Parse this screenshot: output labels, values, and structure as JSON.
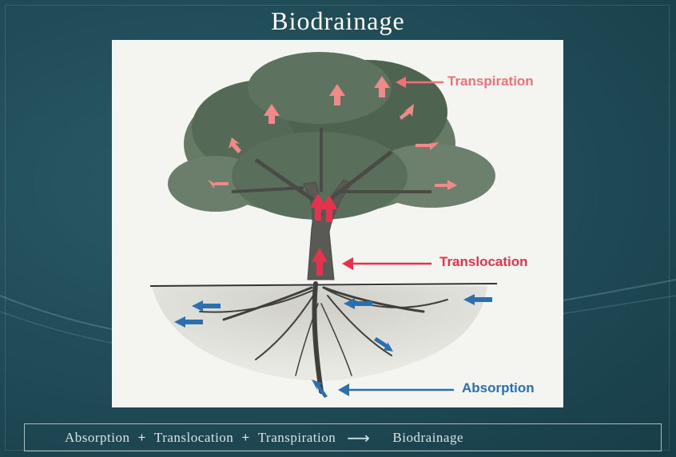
{
  "slide": {
    "title": "Biodrainage"
  },
  "diagram": {
    "labels": {
      "transpiration": "Transpiration",
      "translocation": "Translocation",
      "absorption": "Absorption"
    },
    "colors": {
      "transpiration": "#f07078",
      "translocation": "#e8314d",
      "absorption": "#2b6fae",
      "background": "#1f4a56",
      "panel": "#f4f4f1"
    }
  },
  "formula": {
    "term1": "Absorption",
    "op1": "+",
    "term2": "Translocation",
    "op2": "+",
    "term3": "Transpiration",
    "arrow": "⟶",
    "result": "Biodrainage"
  }
}
